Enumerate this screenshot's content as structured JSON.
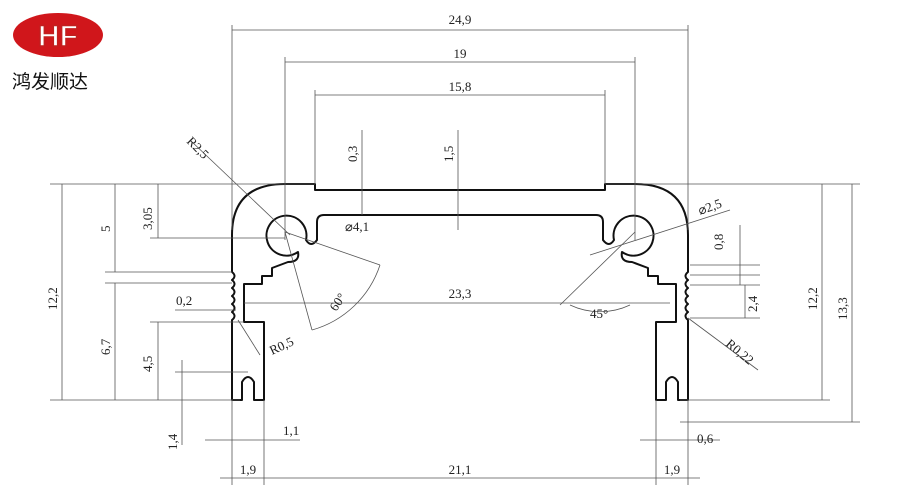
{
  "logo": {
    "mark": "HF",
    "company_name": "鸿发顺达",
    "color": "#d0161b"
  },
  "drawing": {
    "labels": {
      "overall_width": "24,9",
      "inner_width_19": "19",
      "channel_width": "15,8",
      "step_03": "0,3",
      "wall_15": "1,5",
      "radius_r25": "R2,5",
      "dia_41": "⌀4,1",
      "dia_25": "⌀2,5",
      "gap_08": "0,8",
      "serr_24": "2,4",
      "h_305": "3,05",
      "h_5": "5",
      "height_left": "12,2",
      "height_right": "12,2",
      "overall_height": "13,3",
      "offset_02": "0,2",
      "span_233": "23,3",
      "angle_60": "60°",
      "angle_45": "45°",
      "h_67": "6,7",
      "h_45": "4,5",
      "radius_r05": "R0,5",
      "radius_r022": "R0,22",
      "slot_14": "1,4",
      "slot_11": "1,1",
      "slot_06": "0,6",
      "leg_left": "1,9",
      "bottom_span": "21,1",
      "leg_right": "1,9"
    }
  }
}
